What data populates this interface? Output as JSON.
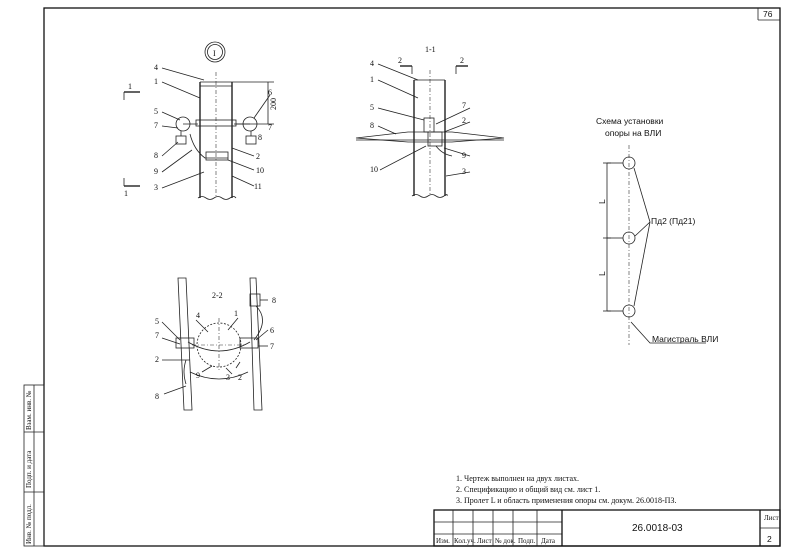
{
  "sheet_number": "76",
  "view1": {
    "marker": "I",
    "section_left": "1",
    "section_left_bottom": "1",
    "dim_200": "200",
    "callouts": [
      "4",
      "1",
      "5",
      "6",
      "7",
      "7",
      "8",
      "8",
      "9",
      "2",
      "10",
      "3",
      "11"
    ]
  },
  "view2": {
    "title": "1-1",
    "sec_a": "2",
    "sec_b": "2",
    "callouts": [
      "4",
      "1",
      "5",
      "7",
      "8",
      "2",
      "9",
      "10",
      "3"
    ]
  },
  "view3": {
    "title": "2-2",
    "callouts": [
      "8",
      "5",
      "4",
      "1",
      "7",
      "6",
      "7",
      "2",
      "9",
      "3",
      "2",
      "8"
    ]
  },
  "scheme": {
    "title_line1": "Схема установки",
    "title_line2": "опоры на ВЛИ",
    "dim_L1": "L",
    "dim_L2": "L",
    "support_label": "Пд2 (Пд21)",
    "mainline_label": "Магистраль ВЛИ"
  },
  "side_stamp": {
    "inv_podl": "Инв. № подл.",
    "podp_data": "Подп. и дата",
    "vzam_inv": "Взам. инв. №"
  },
  "notes": [
    "1. Чертеж выполнен на двух листах.",
    "2. Спецификацию и общий вид см. лист 1.",
    "3. Пролет L и область применения опоры см. докум. 26.0018-ПЗ."
  ],
  "title_block": {
    "code": "26.0018-03",
    "sheet_label": "Лист",
    "sheet_value": "2",
    "columns": [
      "Изм.",
      "Кол.уч.",
      "Лист",
      "№ док.",
      "Подп.",
      "Дата"
    ]
  }
}
